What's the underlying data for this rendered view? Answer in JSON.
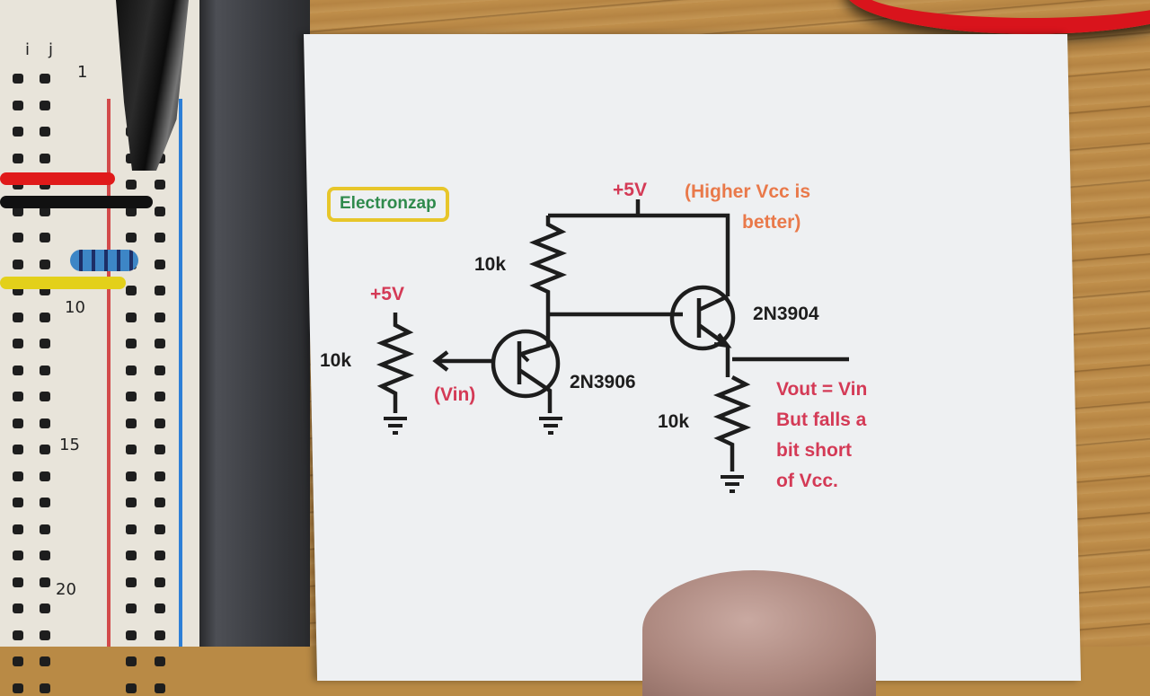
{
  "scene": {
    "description": "Photo of a printed emitter-follower circuit diagram on paper beside a breadboard",
    "background_colors": {
      "wood": "#b98a45",
      "paper": "#eef0f2",
      "ink": "#1d1d1d",
      "accent_red": "#d43a56",
      "accent_orange": "#e9794a",
      "logo_green": "#2f8a4c",
      "logo_border": "#e7c62a"
    }
  },
  "breadboard": {
    "column_labels": [
      "i",
      "j"
    ],
    "row_labels": [
      "1",
      "10",
      "15",
      "20"
    ]
  },
  "diagram": {
    "logo": "Electronzap",
    "supply_top": "+5V",
    "note_top": [
      "(Higher Vcc is",
      "better)"
    ],
    "pot": {
      "supply": "+5V",
      "value": "10k",
      "wiper_label": "(Vin)"
    },
    "r_pullup": {
      "value": "10k"
    },
    "q1": {
      "part": "2N3906",
      "type": "PNP"
    },
    "q2": {
      "part": "2N3904",
      "type": "NPN"
    },
    "r_emitter": {
      "value": "10k"
    },
    "note_output": [
      "Vout = Vin",
      "But falls a",
      "bit short",
      "of Vcc."
    ]
  }
}
